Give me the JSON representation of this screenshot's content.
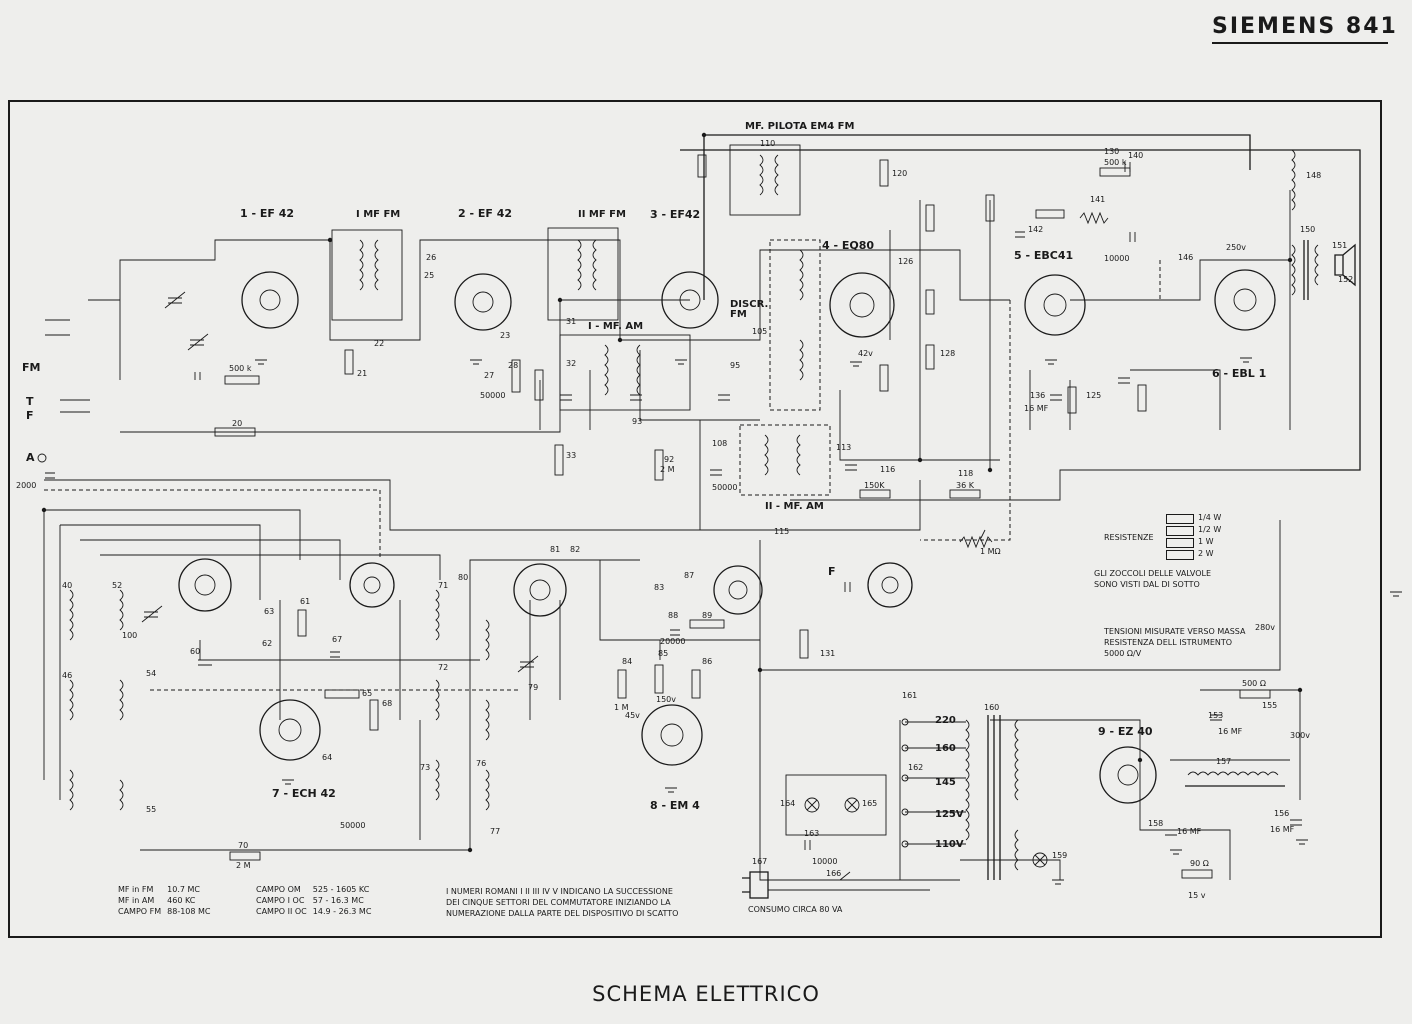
{
  "header": {
    "title": "SIEMENS 841"
  },
  "caption": "SCHEMA ELETTRICO",
  "tubes": [
    {
      "id": "t1",
      "label": "1 - EF 42"
    },
    {
      "id": "t2",
      "label": "2 - EF 42"
    },
    {
      "id": "t3",
      "label": "3 - EF42"
    },
    {
      "id": "t4",
      "label": "4 - EQ80"
    },
    {
      "id": "t5",
      "label": "5 - EBC41"
    },
    {
      "id": "t6",
      "label": "6 - EBL 1"
    },
    {
      "id": "t7",
      "label": "7 - ECH 42"
    },
    {
      "id": "t8",
      "label": "8 - EM 4"
    },
    {
      "id": "t9",
      "label": "9 - EZ 40"
    }
  ],
  "stage_labels": {
    "mf_pilota": "MF. PILOTA EM4 FM",
    "mf1_fm": "I MF FM",
    "mf2_fm": "II MF FM",
    "mf1_am": "I - MF. AM",
    "mf2_am": "II - MF. AM",
    "disc_fm": "DISCR. FM"
  },
  "inputs": {
    "fm": "FM",
    "t": "T",
    "f": "F",
    "a": "A",
    "f2": "F"
  },
  "mains_taps": [
    "220",
    "160",
    "145",
    "125V",
    "110V"
  ],
  "voltages": {
    "v250": "250v",
    "v280": "280v",
    "v300": "300v",
    "v15": "15 v",
    "v45": "45v",
    "v150": "150v",
    "v42": "42v"
  },
  "component_values": {
    "r500k": "500 k",
    "r500": "500 Ω",
    "r90": "90 Ω",
    "c2000": "2000",
    "c50000": "50000",
    "r1m": "1 M",
    "r2m": "2 M",
    "c10000": "10000",
    "c16mf": "16 MF",
    "r1mohm": "1 MΩ",
    "c20000": "20000",
    "r36k": "36 K",
    "r150k": "150K"
  },
  "resist_legend": {
    "title": "RESISTENZE",
    "items": [
      "1/4 W",
      "1/2 W",
      "1 W",
      "2 W"
    ]
  },
  "notes": {
    "zoccoli": [
      "GLI ZOCCOLI DELLE VALVOLE",
      "SONO VISTI DAL DI SOTTO"
    ],
    "tensioni": [
      "TENSIONI MISURATE VERSO MASSA",
      "RESISTENZA DELL ISTRUMENTO",
      "5000 Ω/V"
    ],
    "consumo": "CONSUMO CIRCA 80 VA",
    "roman": [
      "I NUMERI ROMANI I II III IV V INDICANO LA SUCCESSIONE",
      "DEI CINQUE SETTORI DEL COMMUTATORE INIZIANDO LA",
      "NUMERAZIONE DALLA PARTE DEL DISPOSITIVO DI SCATTO"
    ]
  },
  "freq_table": [
    {
      "label": "MF in FM",
      "value": "10.7 MC"
    },
    {
      "label": "MF in AM",
      "value": "460 KC"
    },
    {
      "label": "CAMPO FM",
      "value": "88-108 MC"
    }
  ],
  "band_table": [
    {
      "label": "CAMPO OM",
      "value": "525 - 1605 KC"
    },
    {
      "label": "CAMPO I OC",
      "value": "57 - 16.3 MC"
    },
    {
      "label": "CAMPO II OC",
      "value": "14.9 - 26.3 MC"
    }
  ],
  "component_numbers": {
    "n20": "20",
    "n21": "21",
    "n22": "22",
    "n23": "23",
    "n25": "25",
    "n26": "26",
    "n27": "27",
    "n28": "28",
    "n31": "31",
    "n32": "32",
    "n33": "33",
    "n40": "40",
    "n46": "46",
    "n52": "52",
    "n54": "54",
    "n55": "55",
    "n60": "60",
    "n61": "61",
    "n62": "62",
    "n63": "63",
    "n64": "64",
    "n65": "65",
    "n67": "67",
    "n68": "68",
    "n70": "70",
    "n71": "71",
    "n72": "72",
    "n73": "73",
    "n76": "76",
    "n77": "77",
    "n79": "79",
    "n80": "80",
    "n81": "81",
    "n82": "82",
    "n83": "83",
    "n84": "84",
    "n85": "85",
    "n86": "86",
    "n87": "87",
    "n88": "88",
    "n89": "89",
    "n92": "92",
    "n93": "93",
    "n95": "95",
    "n100": "100",
    "n105": "105",
    "n108": "108",
    "n110": "110",
    "n113": "113",
    "n115": "115",
    "n116": "116",
    "n118": "118",
    "n120": "120",
    "n125": "125",
    "n126": "126",
    "n128": "128",
    "n130": "130",
    "n131": "131",
    "n136": "136",
    "n140": "140",
    "n141": "141",
    "n142": "142",
    "n146": "146",
    "n148": "148",
    "n150": "150",
    "n151": "151",
    "n152": "152",
    "n153": "153",
    "n155": "155",
    "n156": "156",
    "n157": "157",
    "n158": "158",
    "n159": "159",
    "n160": "160",
    "n161": "161",
    "n162": "162",
    "n163": "163",
    "n164": "164",
    "n165": "165",
    "n166": "166",
    "n167": "167"
  }
}
